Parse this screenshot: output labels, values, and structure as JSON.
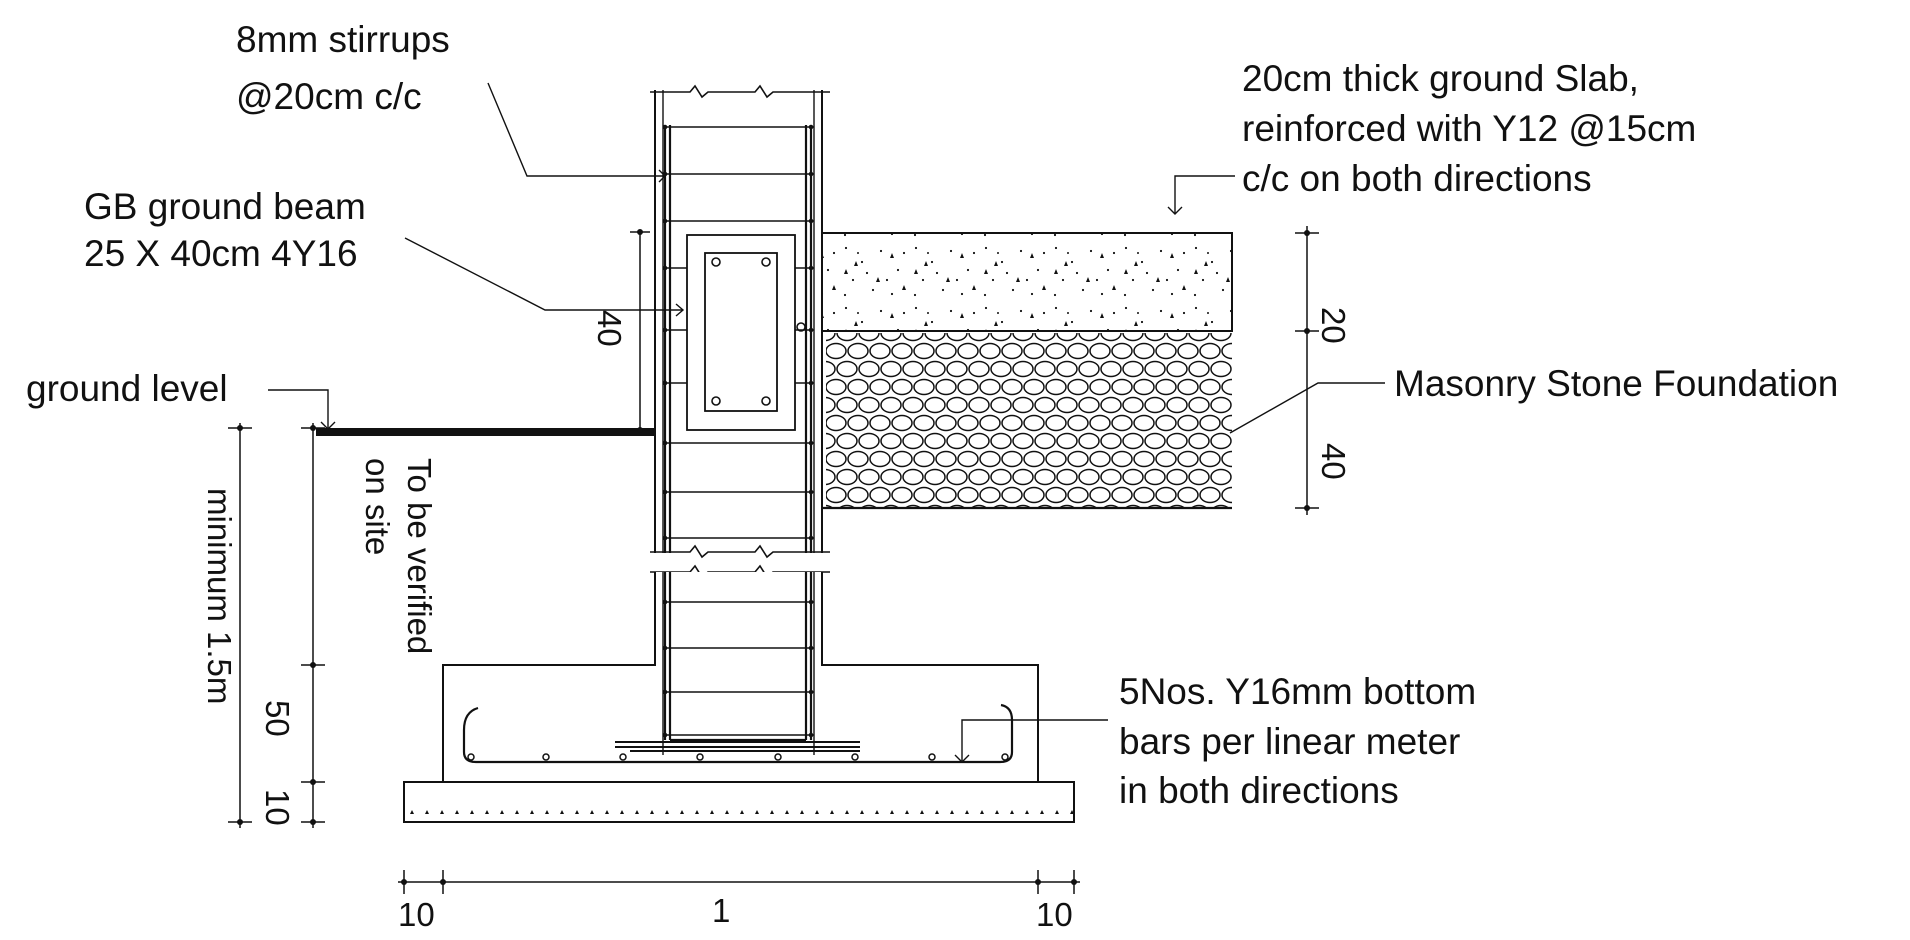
{
  "labels": {
    "stirrups_line1": "8mm stirrups",
    "stirrups_line2": "@20cm c/c",
    "beam_line1": "GB ground beam",
    "beam_line2": "25 X 40cm 4Y16",
    "slab_line1": "20cm thick ground Slab,",
    "slab_line2": "reinforced with Y12 @15cm",
    "slab_line3": "c/c on both directions",
    "ground_level": "ground level",
    "masonry": "Masonry Stone Foundation",
    "verify_line1": "To be verified",
    "verify_line2": "on site",
    "minimum_depth": "minimum 1.5m",
    "bottom_bars_line1": "5Nos. Y16mm bottom",
    "bottom_bars_line2": "bars per linear meter",
    "bottom_bars_line3": "in both directions"
  },
  "dimensions": {
    "beam_depth": "40",
    "slab_thickness": "20",
    "masonry_depth": "40",
    "footing_depth": "50",
    "blinding": "10",
    "width_left": "10",
    "width_main": "1",
    "width_right": "10"
  },
  "colors": {
    "line": "#111111",
    "background": "#ffffff"
  }
}
